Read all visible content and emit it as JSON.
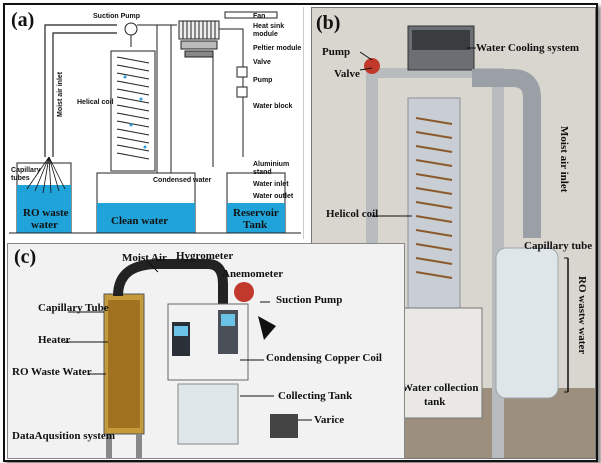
{
  "panel_a": {
    "label": "(a)",
    "suction_pump": "Suction Pump",
    "fan": "Fan",
    "heat_sink": "Heat sink",
    "module": "module",
    "peltier": "Peltier module",
    "valve": "Valve",
    "pump": "Pump",
    "moist_air_inlet": "Moist air inlet",
    "helical_coil": "Helical coil",
    "water_block": "Water block",
    "capillary": "Capillary",
    "tubes": "tubes",
    "aluminium": "Aluminium",
    "stand": "stand",
    "condensed_water": "Condensed water",
    "water_inlet": "Water inlet",
    "water_outlet": "Water outlet",
    "ro_waste": "RO waste",
    "water": "water",
    "clean_water": "Clean water",
    "reservoir": "Reservoir",
    "tank": "Tank"
  },
  "panel_b": {
    "label": "(b)",
    "pump": "Pump",
    "valve": "Valve",
    "water_cooling": "Water Cooling system",
    "moist_air_inlet": "Moist air inlet",
    "helicol_coil": "Helicol coil",
    "capillary_tube": "Capillary tube",
    "ro_wastw": "RO wastw water",
    "water_collection": "Water collection",
    "tank": "tank"
  },
  "panel_c": {
    "label": "(c)",
    "moist_air": "Moist Air",
    "hygrometer": "Hygrometer",
    "anemometer": "Anemometer",
    "capillary_tube": "Capillary Tube",
    "suction_pump": "Suction Pump",
    "heater": "Heater",
    "condensing_coil": "Condensing Copper Coil",
    "ro_waste_water": "RO Waste Water",
    "collecting_tank": "Collecting Tank",
    "varice": "Varice",
    "data_system": "DataAqusition system"
  }
}
